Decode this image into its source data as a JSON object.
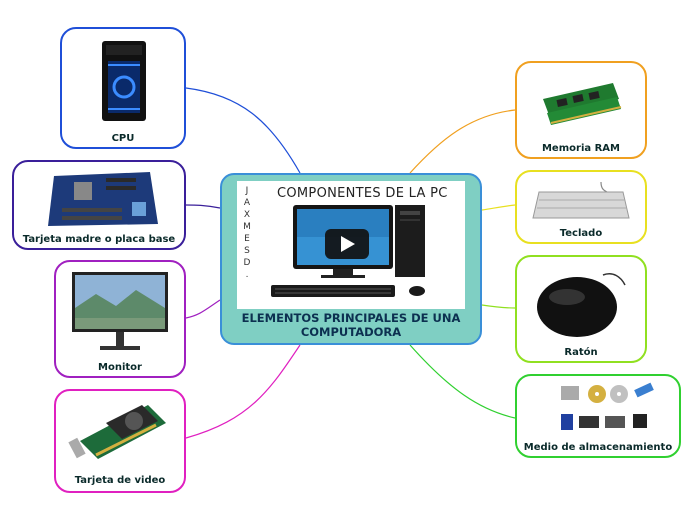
{
  "center": {
    "title_line1": "ELEMENTOS PRINCIPALES DE UNA",
    "title_line2": "COMPUTADORA",
    "video_title": "COMPONENTES DE LA PC",
    "vertical_letters": [
      "J",
      "A",
      "X",
      "M",
      "E",
      "S",
      "D",
      "."
    ]
  },
  "branches_left": [
    {
      "label": "CPU",
      "color": "#1f4fd8",
      "icon": "pc-tower-icon"
    },
    {
      "label": "Tarjeta madre o placa base",
      "color": "#3a1f9a",
      "icon": "motherboard-icon"
    },
    {
      "label": "Monitor",
      "color": "#a020c0",
      "icon": "monitor-icon"
    },
    {
      "label": "Tarjeta de video",
      "color": "#e020c0",
      "icon": "graphics-card-icon"
    }
  ],
  "branches_right": [
    {
      "label": "Memoria RAM",
      "color": "#f0a020",
      "icon": "ram-module-icon"
    },
    {
      "label": "Teclado",
      "color": "#e8e020",
      "icon": "keyboard-icon"
    },
    {
      "label": "Ratón",
      "color": "#90e020",
      "icon": "mouse-icon"
    },
    {
      "label": "Medio de almacenamiento",
      "color": "#30d030",
      "icon": "storage-media-icon"
    }
  ]
}
